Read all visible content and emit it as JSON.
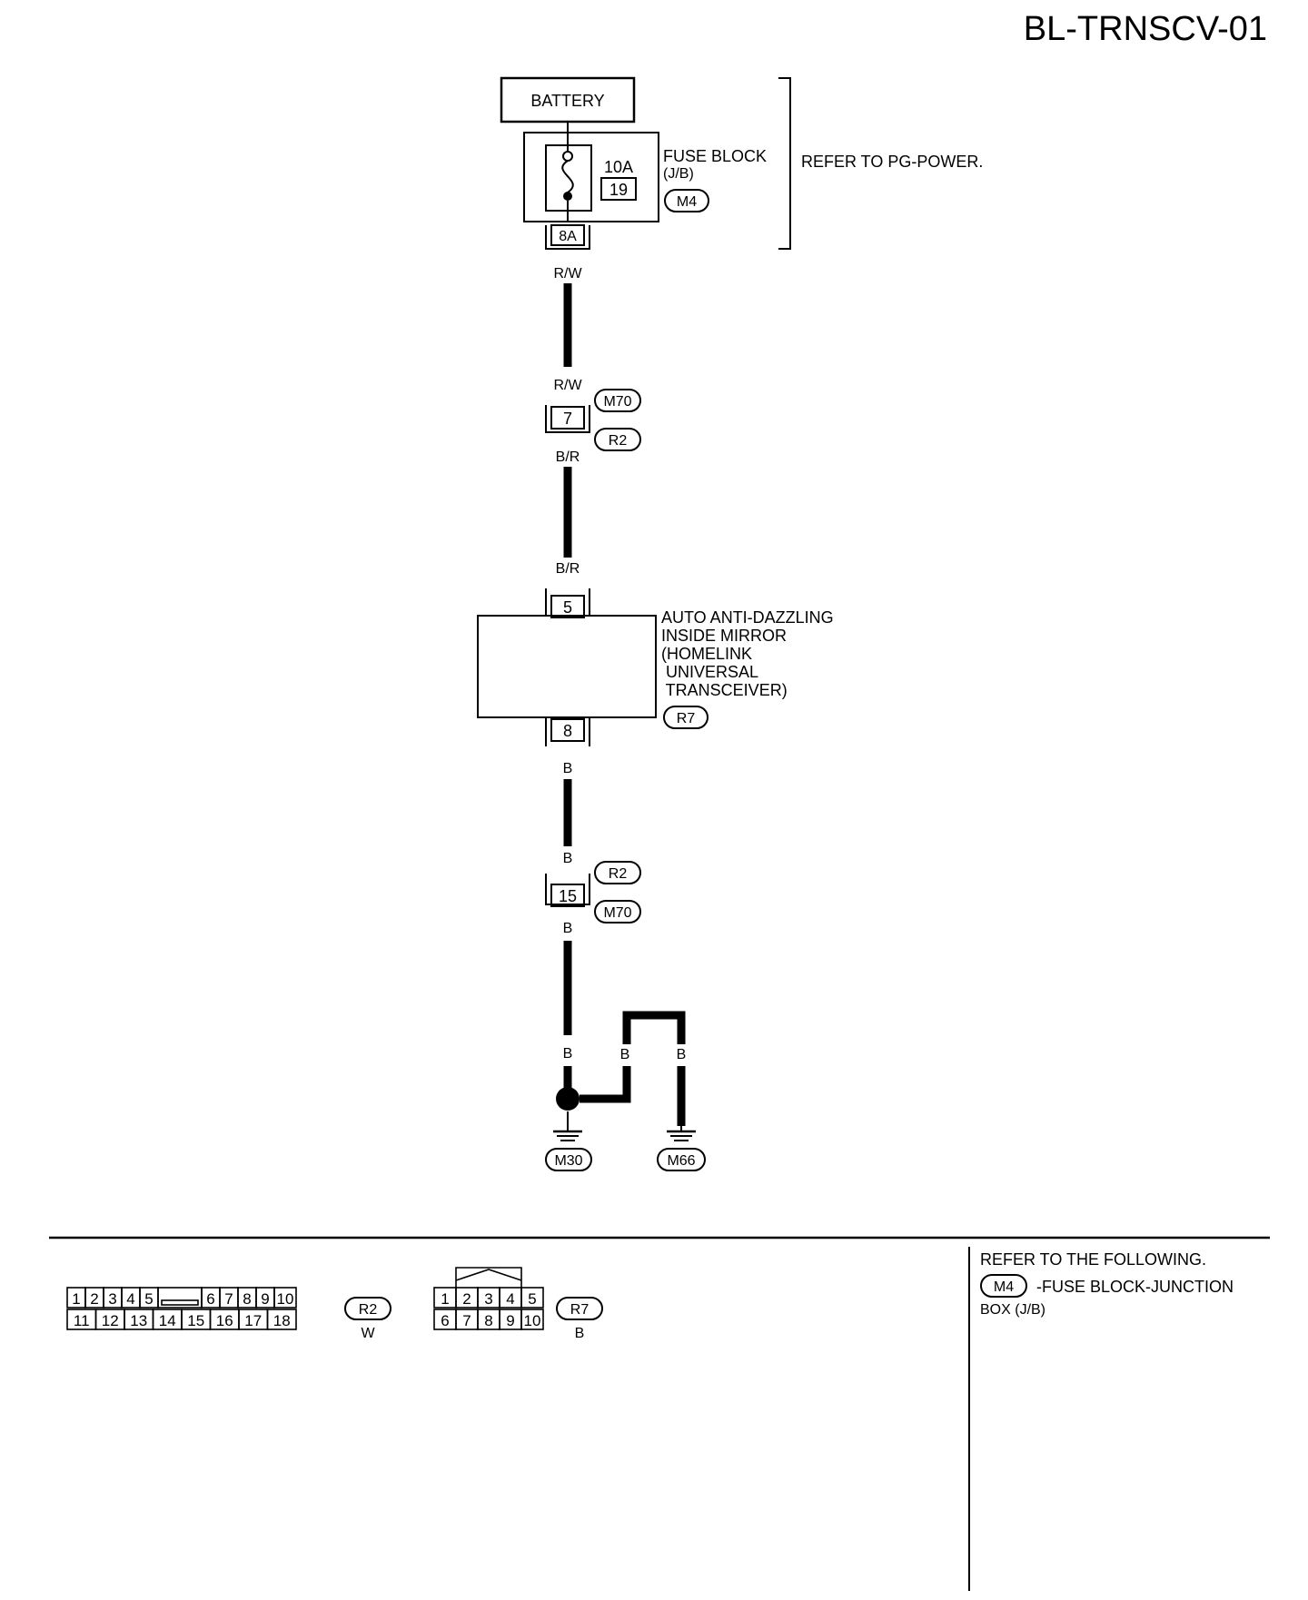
{
  "page_code": "BL-TRNSCV-01",
  "battery": {
    "label": "BATTERY"
  },
  "fuse_block": {
    "label_line1": "FUSE BLOCK",
    "label_line2": "(J/B)",
    "connector": "M4",
    "fuse_rating": "10A",
    "fuse_number": "19",
    "output_terminal": "8A"
  },
  "refer_power": "REFER TO PG-POWER.",
  "wires": {
    "wire1_top": "R/W",
    "wire1_bottom": "R/W",
    "wire2_top": "B/R",
    "wire2_bottom": "B/R",
    "wire3_top": "B",
    "wire3_bottom": "B",
    "wire4_top": "B",
    "ground_left": "B",
    "ground_mid": "B",
    "ground_right": "B"
  },
  "junction_1": {
    "terminal": "7",
    "connector_top": "M70",
    "connector_bottom": "R2"
  },
  "junction_2": {
    "terminal": "15",
    "connector_top": "R2",
    "connector_bottom": "M70"
  },
  "mirror": {
    "label_lines": [
      "AUTO ANTI-DAZZLING",
      "INSIDE MIRROR",
      "(HOMELINK",
      " UNIVERSAL",
      " TRANSCEIVER)"
    ],
    "connector": "R7",
    "input_terminal": "5",
    "output_terminal": "8"
  },
  "grounds": [
    "M30",
    "M66"
  ],
  "connector_views": {
    "r2": {
      "id": "R2",
      "color": "W",
      "top_row": [
        "1",
        "2",
        "3",
        "4",
        "5",
        "6",
        "7",
        "8",
        "9",
        "10"
      ],
      "bottom_row": [
        "11",
        "12",
        "13",
        "14",
        "15",
        "16",
        "17",
        "18"
      ]
    },
    "r7": {
      "id": "R7",
      "color": "B",
      "top_row": [
        "1",
        "2",
        "3",
        "4",
        "5"
      ],
      "bottom_row": [
        "6",
        "7",
        "8",
        "9",
        "10"
      ]
    }
  },
  "reference": {
    "heading": "REFER TO THE FOLLOWING.",
    "connector": "M4",
    "text_line1": "-FUSE BLOCK-JUNCTION",
    "text_line2": "BOX (J/B)"
  }
}
